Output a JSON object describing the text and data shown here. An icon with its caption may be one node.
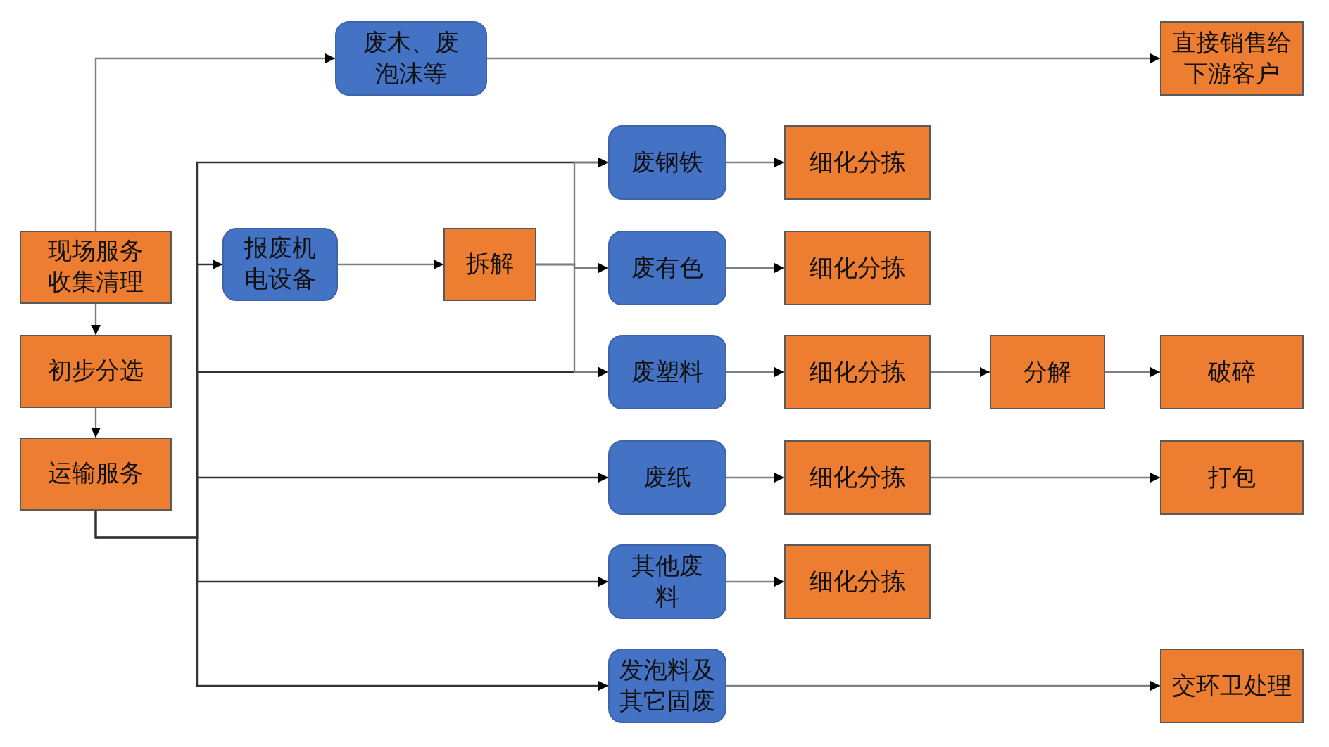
{
  "diagram": {
    "nodes": [
      {
        "text": [
          "现场服务收集清理"
        ]
      },
      {
        "text": [
          "初步分选"
        ]
      },
      {
        "text": [
          "运输服务"
        ]
      },
      {
        "text": [
          "废木、废泡沫等"
        ]
      },
      {
        "text": [
          "直接销售给下游客户"
        ]
      },
      {
        "text": [
          "报废机电设备"
        ]
      },
      {
        "text": [
          "拆解"
        ]
      },
      {
        "text": [
          "废钢铁"
        ]
      },
      {
        "text": [
          "细化分拣"
        ]
      },
      {
        "text": [
          "废有色"
        ]
      },
      {
        "text": [
          "细化分拣"
        ]
      },
      {
        "text": [
          "废塑料"
        ]
      },
      {
        "text": [
          "细化分拣"
        ]
      },
      {
        "text": [
          "分解"
        ]
      },
      {
        "text": [
          "破碎"
        ]
      },
      {
        "text": [
          "废纸"
        ]
      },
      {
        "text": [
          "细化分拣"
        ]
      },
      {
        "text": [
          "打包"
        ]
      },
      {
        "text": [
          "其他废料"
        ]
      },
      {
        "text": [
          "细化分拣"
        ]
      },
      {
        "text": [
          "发泡料及其它固废"
        ]
      },
      {
        "text": [
          "交环卫处理"
        ]
      }
    ],
    "edges": [
      {
        "from": 0,
        "to": 1,
        "arrow": "to"
      },
      {
        "from": 1,
        "to": 2,
        "arrow": "to"
      },
      {
        "from": 0,
        "to": 3,
        "arrow": "to"
      },
      {
        "from": 3,
        "to": 4,
        "arrow": "to"
      },
      {
        "from": 2,
        "to": 5,
        "arrow": "to"
      },
      {
        "from": 2,
        "to": 7,
        "arrow": "to"
      },
      {
        "from": 2,
        "to": 11,
        "arrow": "to"
      },
      {
        "from": 2,
        "to": 15,
        "arrow": "to"
      },
      {
        "from": 2,
        "to": 18,
        "arrow": "to"
      },
      {
        "from": 2,
        "to": 20,
        "arrow": "to"
      },
      {
        "from": 5,
        "to": 6,
        "arrow": "to"
      },
      {
        "from": 6,
        "to": 7,
        "arrow": "to"
      },
      {
        "from": 6,
        "to": 9,
        "arrow": "to"
      },
      {
        "from": 6,
        "to": 11,
        "arrow": "to"
      },
      {
        "from": 7,
        "to": 8,
        "arrow": "to"
      },
      {
        "from": 9,
        "to": 10,
        "arrow": "to"
      },
      {
        "from": 11,
        "to": 12,
        "arrow": "to"
      },
      {
        "from": 12,
        "to": 13,
        "arrow": "to"
      },
      {
        "from": 13,
        "to": 14,
        "arrow": "to"
      },
      {
        "from": 15,
        "to": 16,
        "arrow": "to"
      },
      {
        "from": 16,
        "to": 17,
        "arrow": "to"
      },
      {
        "from": 18,
        "to": 19,
        "arrow": "to"
      },
      {
        "from": 20,
        "to": 21,
        "arrow": "to"
      }
    ]
  }
}
